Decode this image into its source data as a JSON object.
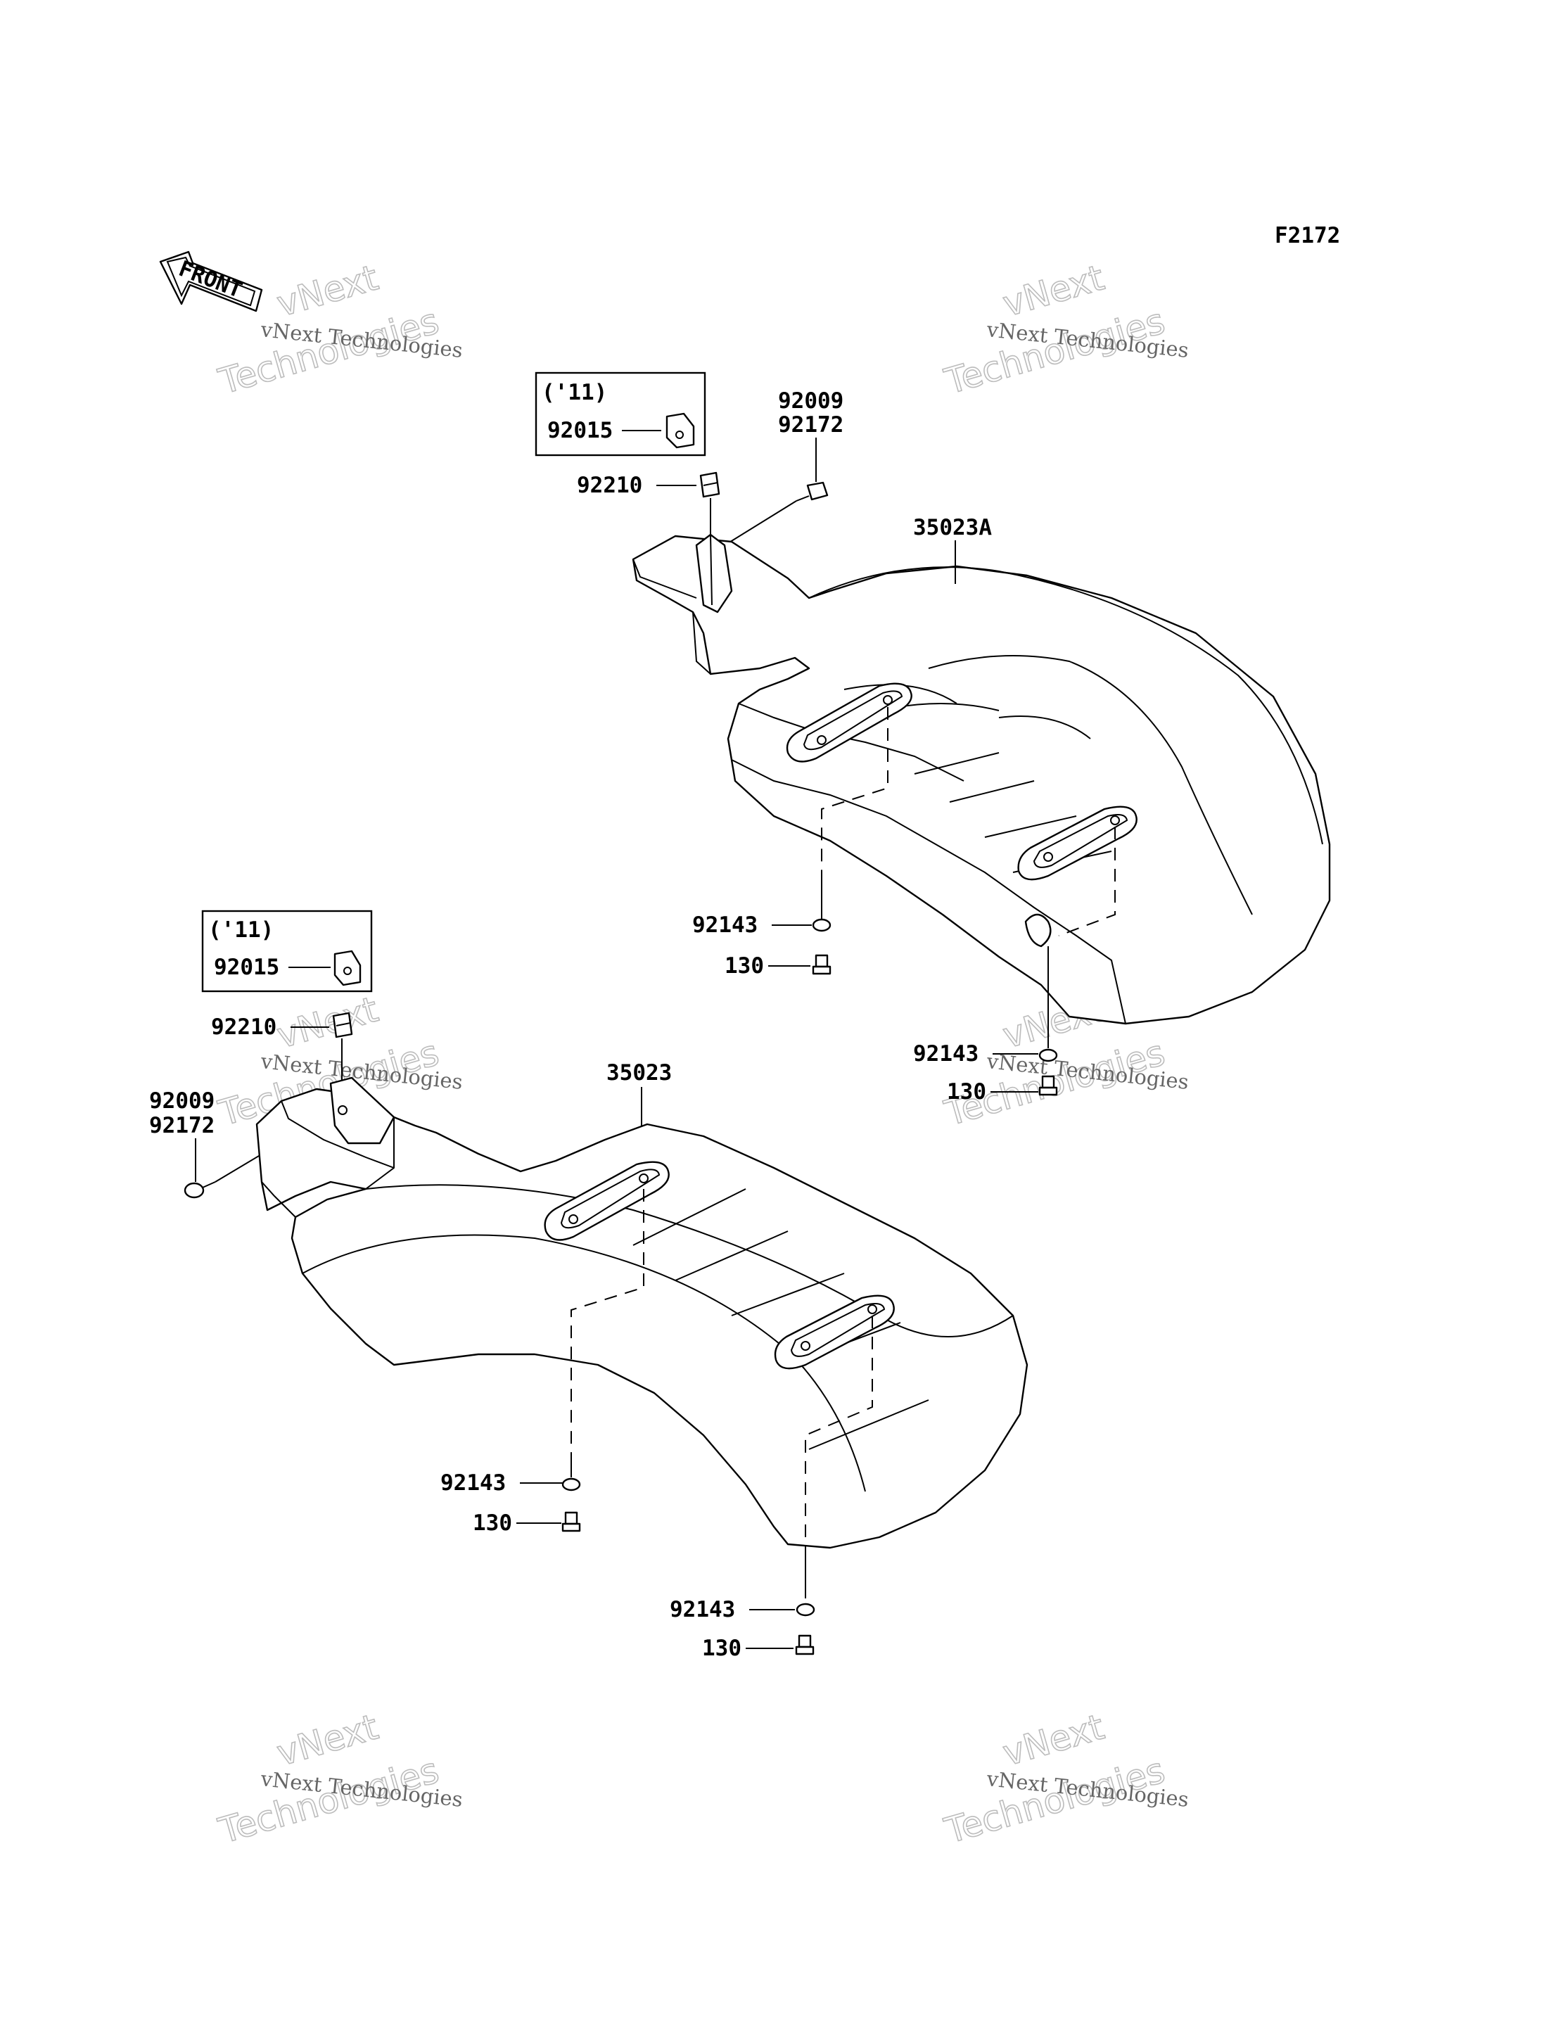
{
  "figure_code": "F2172",
  "front_label": "FRONT",
  "watermark": {
    "company": "vNext Technologies",
    "line1": "vNext",
    "line2": "Technologies"
  },
  "upper_assembly": {
    "year_box": {
      "year": "('11)",
      "part": "92015"
    },
    "labels": {
      "bolt_a": "92009",
      "bolt_b": "92172",
      "clip": "92210",
      "fender": "35023A",
      "washer_front": "92143",
      "screw_front": "130",
      "washer_rear": "92143",
      "screw_rear": "130"
    }
  },
  "lower_assembly": {
    "year_box": {
      "year": "('11)",
      "part": "92015"
    },
    "labels": {
      "clip": "92210",
      "fender": "35023",
      "bolt_a": "92009",
      "bolt_b": "92172",
      "washer_front": "92143",
      "screw_front": "130",
      "washer_rear": "92143",
      "screw_rear": "130"
    }
  }
}
